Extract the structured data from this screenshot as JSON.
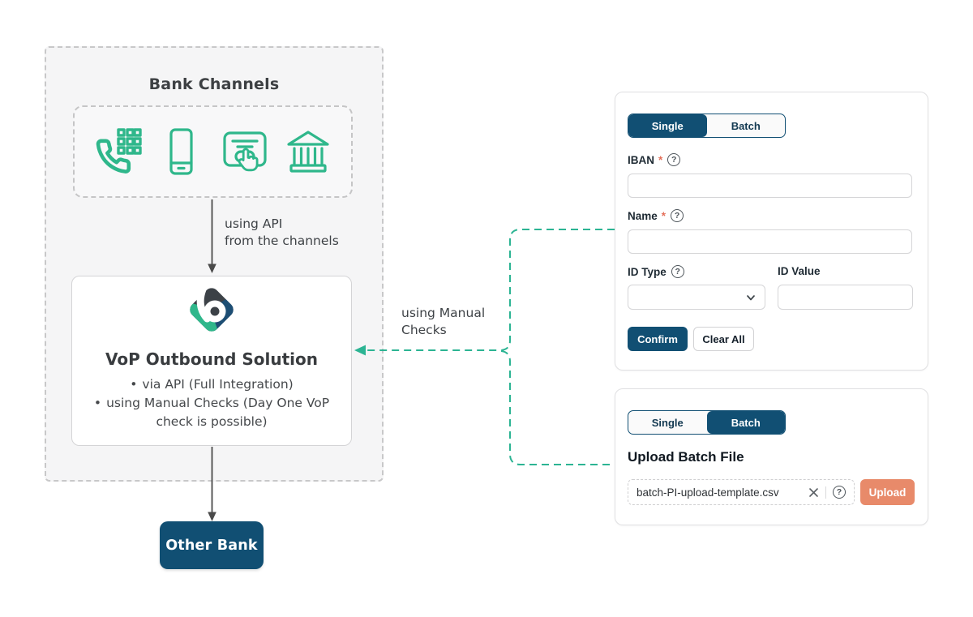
{
  "colors": {
    "navy": "#114f73",
    "green": "#2fb78b",
    "teal_connector": "#2cb493",
    "coral": "#e88a6a",
    "asterisk": "#e4705a"
  },
  "diagram": {
    "bank_channels": {
      "title": "Bank Channels",
      "icons": [
        "phone-keypad-icon",
        "smartphone-icon",
        "kiosk-touch-icon",
        "bank-building-icon"
      ]
    },
    "api_label": {
      "line1": "using API",
      "line2": "from the channels"
    },
    "vop_box": {
      "title": "VoP Outbound Solution",
      "bullet_char": "•",
      "bullets": [
        "via API (Full Integration)",
        "using Manual Checks (Day One VoP check is possible)"
      ]
    },
    "manual_label": {
      "line1": "using Manual",
      "line2": "Checks"
    },
    "other_bank_label": "Other Bank"
  },
  "single_form": {
    "tabs": [
      {
        "label": "Single",
        "active": true
      },
      {
        "label": "Batch",
        "active": false
      }
    ],
    "fields": {
      "iban": {
        "label": "IBAN",
        "required": "*",
        "value": ""
      },
      "name": {
        "label": "Name",
        "required": "*",
        "value": ""
      },
      "id_type": {
        "label": "ID Type",
        "value": ""
      },
      "id_value": {
        "label": "ID Value",
        "value": ""
      }
    },
    "buttons": {
      "confirm": "Confirm",
      "clear": "Clear All"
    }
  },
  "batch_form": {
    "tabs": [
      {
        "label": "Single",
        "active": false
      },
      {
        "label": "Batch",
        "active": true
      }
    ],
    "heading": "Upload Batch File",
    "file_name": "batch-PI-upload-template.csv",
    "upload_label": "Upload"
  },
  "icons": {
    "help": "?"
  }
}
